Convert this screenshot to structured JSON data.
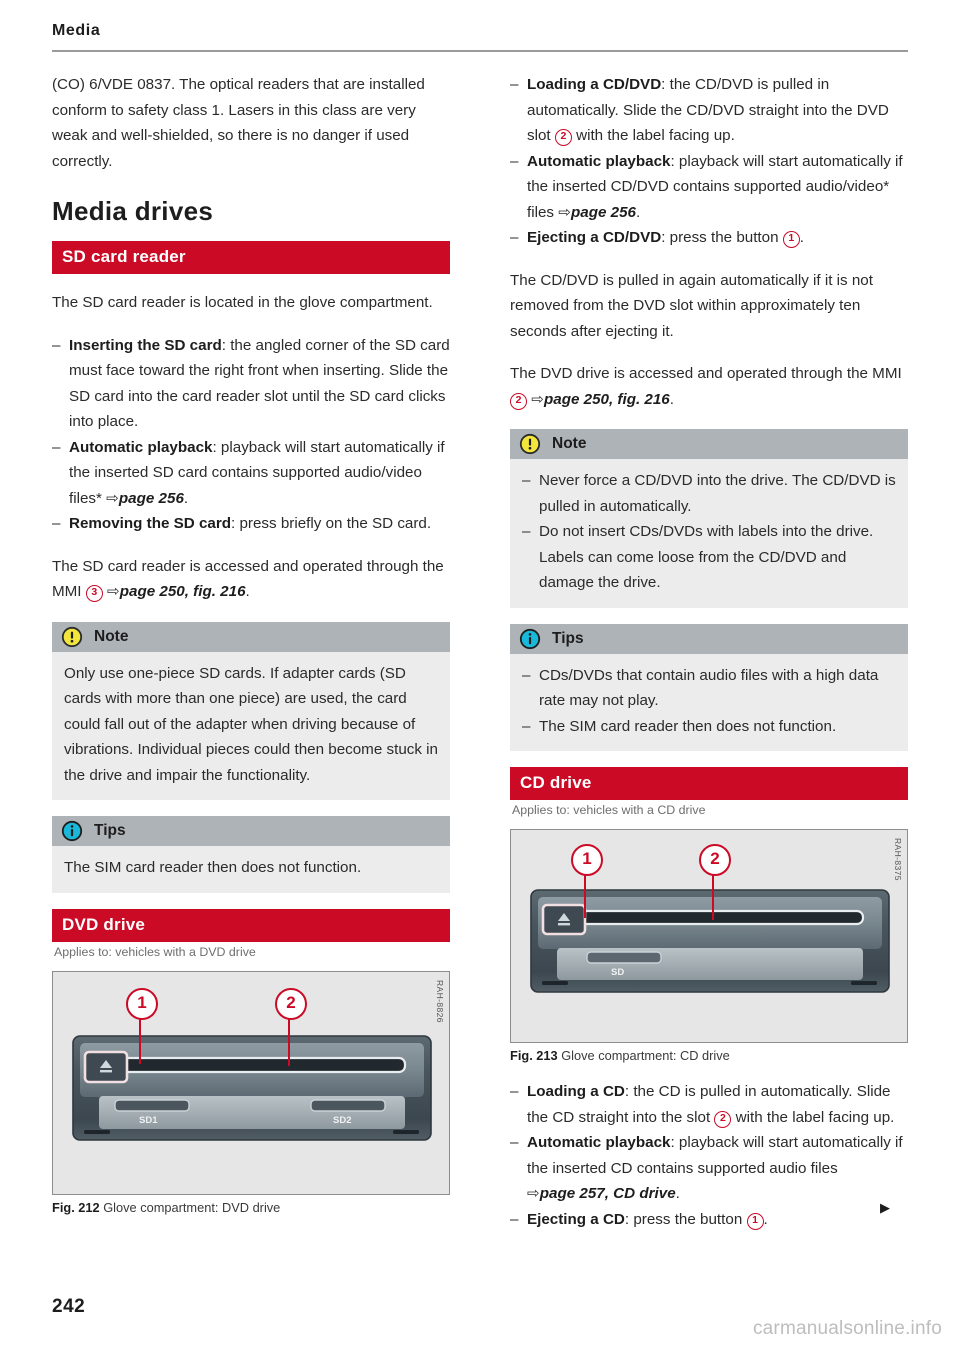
{
  "page": {
    "running_head": "Media",
    "page_number": "242",
    "watermark": "carmanualsonline.info",
    "continuation_marker": "▶"
  },
  "left_column": {
    "intro_paragraph": "(CO) 6/VDE 0837. The optical readers that are installed conform to safety class 1. Lasers in this class are very weak and well-shielded, so there is no danger if used correctly.",
    "section_title": "Media drives",
    "sd_section": {
      "heading": "SD card reader",
      "intro": "The SD card reader is located in the glove compartment.",
      "bullets": [
        {
          "label": "Inserting the SD card",
          "text": ": the angled corner of the SD card must face toward the right front when inserting. Slide the SD card into the card reader slot until the SD card clicks into place."
        },
        {
          "label": "Automatic playback",
          "text": ": playback will start automatically if the inserted SD card contains supported audio/video files*",
          "xref": "page 256",
          "tail": "."
        },
        {
          "label": "Removing the SD card",
          "text": ": press briefly on the SD card."
        }
      ],
      "access_text_before": "The SD card reader is accessed and operated through the MMI",
      "access_callout": "3",
      "access_xref": "page 250, fig. 216",
      "access_tail": "."
    },
    "note_box": {
      "title": "Note",
      "icon": "exclamation-icon",
      "body": "Only use one-piece SD cards. If adapter cards (SD cards with more than one piece) are used, the card could fall out of the adapter when driving because of vibrations. Individual pieces could then become stuck in the drive and impair the functionality."
    },
    "tips_box": {
      "title": "Tips",
      "icon": "info-icon",
      "body": "The SIM card reader then does not function."
    },
    "dvd_section": {
      "heading": "DVD drive",
      "applies_to": "Applies to: vehicles with a DVD drive"
    },
    "figure_212": {
      "code": "RAH-8826",
      "caption_label": "Fig. 212",
      "caption_text": "Glove compartment: DVD drive",
      "callouts": [
        "1",
        "2"
      ],
      "slot_labels": [
        "SD1",
        "SD2"
      ],
      "eject_icon": "eject-icon"
    }
  },
  "right_column": {
    "dvd_bullets": [
      {
        "label": "Loading a CD/DVD",
        "text_a": ": the CD/DVD is pulled in automatically. Slide the CD/DVD straight into the DVD slot",
        "callout": "2",
        "text_b": "with the label facing up."
      },
      {
        "label": "Automatic playback",
        "text_a": ": playback will start automatically if the inserted CD/DVD contains supported audio/video* files",
        "xref": "page 256",
        "text_b": "."
      },
      {
        "label": "Ejecting a CD/DVD",
        "text_a": ": press the button",
        "callout": "1",
        "text_b": "."
      }
    ],
    "para_pulled_in": "The CD/DVD is pulled in again automatically if it is not removed from the DVD slot within approximately ten seconds after ejecting it.",
    "access_text_before": "The DVD drive is accessed and operated through the MMI",
    "access_callout": "2",
    "access_xref": "page 250, fig. 216",
    "access_tail": ".",
    "note_box": {
      "title": "Note",
      "icon": "exclamation-icon",
      "items": [
        "Never force a CD/DVD into the drive. The CD/DVD is pulled in automatically.",
        "Do not insert CDs/DVDs with labels into the drive. Labels can come loose from the CD/DVD and damage the drive."
      ]
    },
    "tips_box": {
      "title": "Tips",
      "icon": "info-icon",
      "items": [
        "CDs/DVDs that contain audio files with a high data rate may not play.",
        "The SIM card reader then does not function."
      ]
    },
    "cd_section": {
      "heading": "CD drive",
      "applies_to": "Applies to: vehicles with a CD drive"
    },
    "figure_213": {
      "code": "RAH-8375",
      "caption_label": "Fig. 213",
      "caption_text": "Glove compartment: CD drive",
      "callouts": [
        "1",
        "2"
      ],
      "slot_labels": [
        "SD"
      ],
      "eject_icon": "eject-icon"
    },
    "cd_bullets": [
      {
        "label": "Loading a CD",
        "text_a": ": the CD is pulled in automatically. Slide the CD straight into the slot",
        "callout": "2",
        "text_b": "with the label facing up."
      },
      {
        "label": "Automatic playback",
        "text_a": ": playback will start automatically if the inserted CD contains supported audio files",
        "xref": "page 257, CD drive",
        "text_b": "."
      },
      {
        "label": "Ejecting a CD",
        "text_a": ": press the button",
        "callout": "1",
        "text_b": "."
      }
    ]
  },
  "colors": {
    "heading_red": "#cb0a26",
    "box_header_gray": "#aeb3b8",
    "box_body_gray": "#ececec",
    "note_icon_yellow": "#f2e63c",
    "tips_icon_cyan": "#19b8d8"
  }
}
